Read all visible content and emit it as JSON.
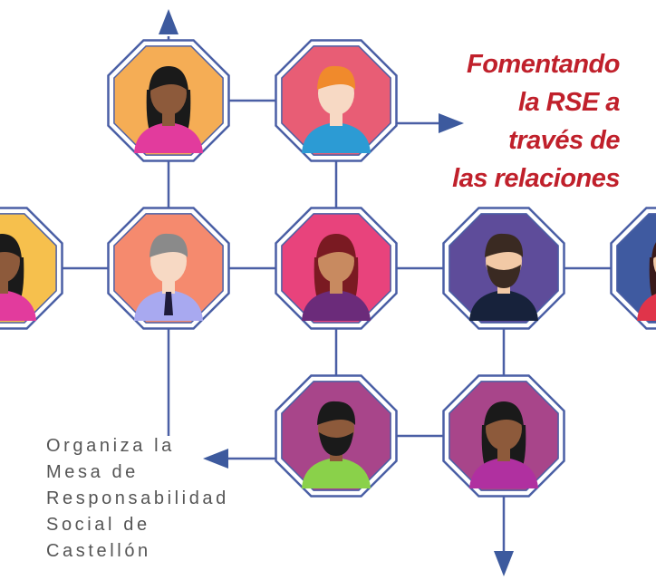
{
  "headline": {
    "lines": [
      "Fomentando",
      "la RSE a",
      "través de",
      "las relaciones"
    ],
    "color": "#c0202b"
  },
  "caption": {
    "lines": [
      "Organiza la",
      "Mesa de",
      "Responsabilidad",
      "Social de",
      "Castellón"
    ],
    "color": "#555555"
  },
  "diagram": {
    "line_color": "#4a5fa5",
    "arrow_color": "#3d5a9e",
    "nodes": [
      {
        "id": "woman-ponytail",
        "bg": "#f5ad55",
        "avatar": "woman",
        "hair": "#1a1a1a",
        "skin": "#8d5a3b",
        "shirt": "#e23b9d"
      },
      {
        "id": "man-orange-hair",
        "bg": "#e85d75",
        "avatar": "man",
        "hair": "#f08a2c",
        "skin": "#f7d9c4",
        "shirt": "#2c9bd4"
      },
      {
        "id": "woman-left-edge",
        "bg": "#f6c04d",
        "avatar": "woman",
        "hair": "#1a1a1a",
        "skin": "#8d5a3b",
        "shirt": "#e23b9d"
      },
      {
        "id": "man-gray-hair",
        "bg": "#f58a6e",
        "avatar": "man",
        "hair": "#8a8a8a",
        "skin": "#f7d9c4",
        "shirt": "#a8a9f0"
      },
      {
        "id": "woman-red-hair",
        "bg": "#e8437c",
        "avatar": "woman",
        "hair": "#7a1a22",
        "skin": "#c88a60",
        "shirt": "#6b2b7a"
      },
      {
        "id": "man-beard",
        "bg": "#5e4c9a",
        "avatar": "man",
        "hair": "#3a2a22",
        "skin": "#f2c9a6",
        "shirt": "#17223b"
      },
      {
        "id": "woman-right-edge",
        "bg": "#3f5aa0",
        "avatar": "woman",
        "hair": "#3a1a1a",
        "skin": "#f2c9a6",
        "shirt": "#e0344a"
      },
      {
        "id": "man-green-shirt",
        "bg": "#a8458a",
        "avatar": "man",
        "hair": "#1a1a1a",
        "skin": "#8d5a3b",
        "shirt": "#8ad14a"
      },
      {
        "id": "woman-curly-hair",
        "bg": "#a8458a",
        "avatar": "woman",
        "hair": "#1a1a1a",
        "skin": "#8d5a3b",
        "shirt": "#b030a0"
      }
    ]
  }
}
